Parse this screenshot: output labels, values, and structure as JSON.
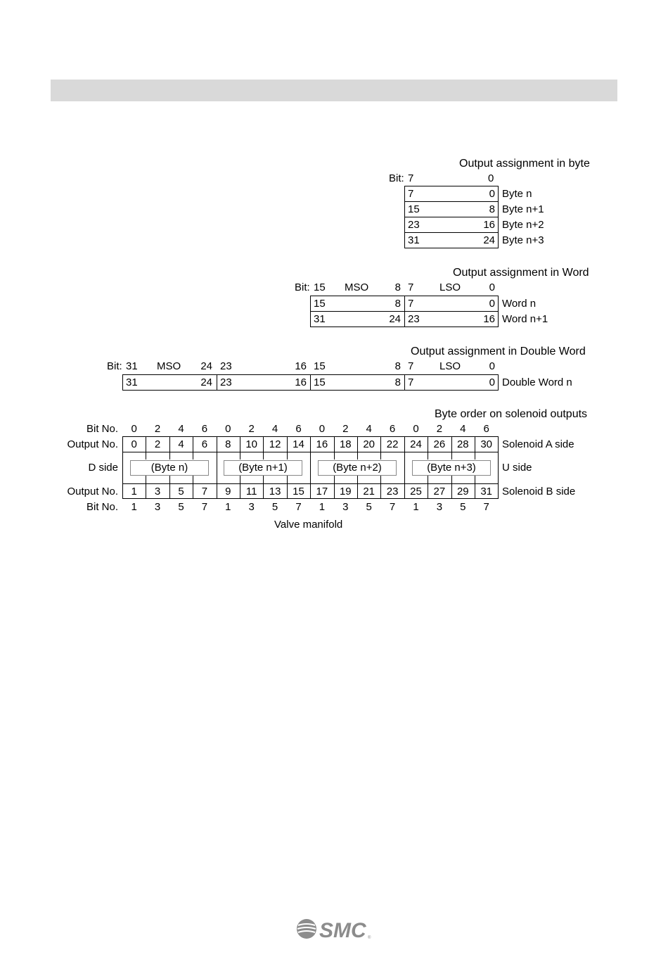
{
  "byte_section": {
    "title": "Output assignment in byte",
    "bit_label": "Bit:",
    "bit_hi": "7",
    "bit_lo": "0",
    "rows": [
      {
        "hi": "7",
        "lo": "0",
        "label": "Byte n"
      },
      {
        "hi": "15",
        "lo": "8",
        "label": "Byte n+1"
      },
      {
        "hi": "23",
        "lo": "16",
        "label": "Byte n+2"
      },
      {
        "hi": "31",
        "lo": "24",
        "label": "Byte n+3"
      }
    ]
  },
  "word_section": {
    "title": "Output assignment in Word",
    "bit_label": "Bit:",
    "header": {
      "b15": "15",
      "mso": "MSO",
      "b8": "8",
      "b7": "7",
      "lso": "LSO",
      "b0": "0"
    },
    "rows": [
      {
        "c1": "15",
        "c2": "8",
        "c3": "7",
        "c4": "0",
        "label": "Word n"
      },
      {
        "c1": "31",
        "c2": "24",
        "c3": "23",
        "c4": "16",
        "label": "Word n+1"
      }
    ]
  },
  "dword_section": {
    "title": "Output assignment in Double Word",
    "bit_label": "Bit:",
    "header": [
      "31",
      "MSO",
      "24",
      "23",
      "16",
      "15",
      "8",
      "7",
      "LSO",
      "0"
    ],
    "row": {
      "c1": "31",
      "c2": "24",
      "c3": "23",
      "c4": "16",
      "c5": "15",
      "c6": "8",
      "c7": "7",
      "c8": "0",
      "label": "Double Word n"
    }
  },
  "solenoid_section": {
    "title": "Byte order on solenoid outputs",
    "bit_no_label": "Bit No.",
    "output_no_label": "Output No.",
    "d_side": "D side",
    "u_side": "U side",
    "solenoid_a": "Solenoid A side",
    "solenoid_b": "Solenoid B side",
    "caption": "Valve manifold",
    "bits_top": [
      "0",
      "2",
      "4",
      "6",
      "0",
      "2",
      "4",
      "6",
      "0",
      "2",
      "4",
      "6",
      "0",
      "2",
      "4",
      "6"
    ],
    "outputs_top": [
      "0",
      "2",
      "4",
      "6",
      "8",
      "10",
      "12",
      "14",
      "16",
      "18",
      "20",
      "22",
      "24",
      "26",
      "28",
      "30"
    ],
    "outputs_bottom": [
      "1",
      "3",
      "5",
      "7",
      "9",
      "11",
      "13",
      "15",
      "17",
      "19",
      "21",
      "23",
      "25",
      "27",
      "29",
      "31"
    ],
    "bits_bottom": [
      "1",
      "3",
      "5",
      "7",
      "1",
      "3",
      "5",
      "7",
      "1",
      "3",
      "5",
      "7",
      "1",
      "3",
      "5",
      "7"
    ],
    "byte_labels": [
      "(Byte n)",
      "(Byte n+1)",
      "(Byte n+2)",
      "(Byte n+3)"
    ]
  },
  "footer": {
    "logo": "SMC"
  }
}
